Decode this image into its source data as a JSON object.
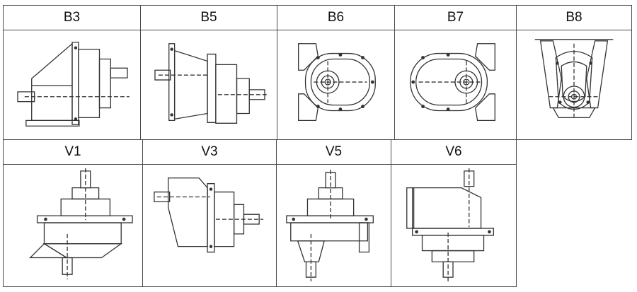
{
  "table": {
    "rows": [
      {
        "cells": [
          {
            "label": "B3",
            "icon": "gearbox-horizontal-foot-mounted-icon"
          },
          {
            "label": "B5",
            "icon": "gearbox-horizontal-flange-mounted-icon"
          },
          {
            "label": "B6",
            "icon": "gearbox-wall-mounted-front-view-icon"
          },
          {
            "label": "B7",
            "icon": "gearbox-wall-mounted-front-view-icon"
          },
          {
            "label": "B8",
            "icon": "gearbox-ceiling-mounted-front-view-icon"
          }
        ]
      },
      {
        "cells": [
          {
            "label": "V1",
            "icon": "gearbox-vertical-shaft-down-icon"
          },
          {
            "label": "V3",
            "icon": "gearbox-horizontal-flange-mounted-icon"
          },
          {
            "label": "V5",
            "icon": "gearbox-vertical-shaft-down-icon"
          },
          {
            "label": "V6",
            "icon": "gearbox-vertical-shaft-up-icon"
          }
        ]
      }
    ]
  }
}
